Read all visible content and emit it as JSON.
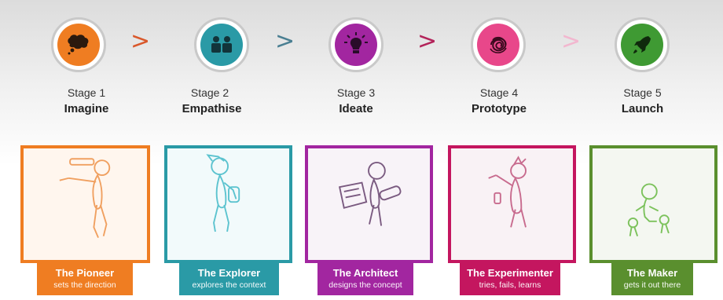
{
  "stages": [
    {
      "number": "Stage 1",
      "name": "Imagine",
      "icon": "thought-bubble-icon",
      "color": "#ef7d22",
      "persona": "The Pioneer",
      "tagline": "sets the direction"
    },
    {
      "number": "Stage 2",
      "name": "Empathise",
      "icon": "people-icon",
      "color": "#2a9aa6",
      "persona": "The Explorer",
      "tagline": "explores the context"
    },
    {
      "number": "Stage 3",
      "name": "Ideate",
      "icon": "lightbulb-icon",
      "color": "#a226a0",
      "persona": "The Architect",
      "tagline": "designs the concept"
    },
    {
      "number": "Stage  4",
      "name": "Prototype",
      "icon": "scribble-icon",
      "color": "#c4165f",
      "persona": "The Experimenter",
      "tagline": "tries, fails, learns"
    },
    {
      "number": "Stage  5",
      "name": "Launch",
      "icon": "rocket-icon",
      "color": "#5a8f2e",
      "persona": "The Maker",
      "tagline": "gets it out there"
    }
  ],
  "separators": [
    ">",
    ">",
    ">",
    ">"
  ],
  "separator_colors": [
    "#d9582b",
    "#4a7f92",
    "#b3245a",
    "#f2b7cf"
  ]
}
